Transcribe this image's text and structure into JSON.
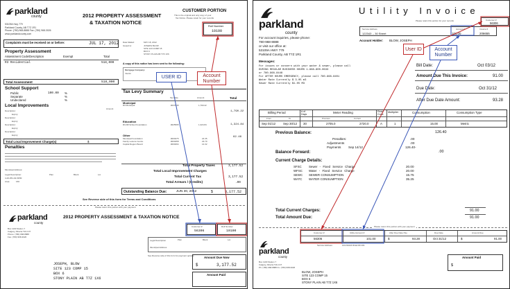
{
  "assessment": {
    "logo": {
      "word": "parkland",
      "sub": "county"
    },
    "title": "2012 PROPERTY ASSESSMENT",
    "title2": "& TAXATION NOTICE",
    "customer_portion": {
      "heading": "CUSTOMER PORTION",
      "note1": "This is the original and only copy of your",
      "note2": "Tax Notice. Please retain for your records"
    },
    "roll_number_label": "Roll Number",
    "roll_number": "10100",
    "address_lines": [
      "53109A Hwy 779",
      "Parkland County, AB T7Z 1R1",
      "Phone: (780) 968-8888 Fax: (780) 968-3026",
      "www.parklandcounty.com"
    ],
    "complaints_label": "Complaints must be received on or before:",
    "complaints_date": "JUL 17, 2012",
    "date_mailed_label": "Date Mailed:",
    "date_mailed": "MAY 18, 2012",
    "issued_to_label": "Issued to:",
    "issued_to_lines": [
      "JOSEPH BLOW",
      "SITE 123 COMP 15",
      "BOX 6",
      "STONY PLAIN AB T7Z 1X6"
    ],
    "copy_note": "A copy of this notice has been sent to the following:",
    "mortgage_label": "Mortgage Company:",
    "mortgage_value": "Interim",
    "property_assessment": "Property Assessment",
    "assess_headers": [
      "Assessment Code/Description",
      "Exempt",
      "Total"
    ],
    "assess_row": {
      "code": "R3 Residential",
      "total": "518,000"
    },
    "total_assessment_label": "Total Assessment",
    "total_assessment": "518,000",
    "school_support": "School Support",
    "school_rows": [
      {
        "label": "Public",
        "pct": "100.00",
        "sym": "%"
      },
      {
        "label": "Separate",
        "pct": "",
        "sym": "%"
      },
      {
        "label": "Undeclared",
        "pct": "",
        "sym": "%"
      }
    ],
    "local_improvements": "Local Improvements",
    "li_rows": [
      "Description:",
      "Expiry:",
      "Description:",
      "Expiry:",
      "Description:",
      "Expiry:",
      "Description:",
      "Expiry:"
    ],
    "li_amount_label": "Amount",
    "li_total_label": "Total Local Improvement Charge(s)",
    "li_total": "$",
    "penalties": "Penalties",
    "municipal_address_label": "Municipal Address:",
    "legal_desc_label": "Legal Description:",
    "legal_cols": [
      "Plan",
      "Block",
      "Lot"
    ],
    "legal_value": "4-26-051-02-W5M",
    "area_label": "Area:",
    "area_value": "160",
    "tax_levy": "Tax Levy Summary",
    "levy_headers": [
      "Tax Rate",
      "Amount",
      "Total"
    ],
    "levy_sections": [
      {
        "name": "Municipal",
        "rows": [
          {
            "label": "R3 Municipal",
            "rate": ".0037845",
            "amount": "1,790.22"
          }
        ],
        "total": "1,790.22"
      },
      {
        "name": "Education",
        "rows": [
          {
            "label": "R3 AB School Foundation",
            "rate": ".0025595",
            "amount": "1,324.84"
          }
        ],
        "total": "1,324.84"
      },
      {
        "name": "Other",
        "rows": [
          {
            "label": "Municipal Foundation",
            "rate": ".0000475",
            "amount": "24.35"
          },
          {
            "label": "Family Leisure Centre",
            "rate": ".0000458",
            "amount": "23.79"
          },
          {
            "label": "Capital Region Board",
            "rate": ".0000294",
            "amount": "14.32"
          }
        ],
        "total": "62.46"
      }
    ],
    "total_property_taxes_label": "Total Property Taxes",
    "total_property_taxes": "3,177.52",
    "total_li_label": "Total Local Improvement Charges",
    "total_current_tax_label": "Total Current Tax",
    "total_current_tax": "3,177.52",
    "total_arrears_label": "Total Arrears / (Credits)",
    "total_arrears": ".00",
    "balance_due_label": "Outstanding Balance Due:",
    "balance_due_date": "JUN 30, 2012",
    "balance_due_amount": "3,177.52",
    "reverse_note": "See Reverse side of this form for Terms and Conditions",
    "remit_note": "Please return this portion with your payment",
    "remit_title": "2012 PROPERTY ASSESSMENT & TAXATION NOTICE",
    "remit_customer_label": "Customer #",
    "remit_customer": "56306",
    "remit_roll_label": "Roll Number",
    "remit_roll": "10100",
    "remit_legal_label": "Legal Description",
    "remit_municipal_label": "Municipal Address",
    "remit_legal_cols": [
      "Plan",
      "Block",
      "Lot"
    ],
    "remit_payment_note": "See Reverse side of this form for payment options",
    "amount_due_now_label": "Amount Due Now",
    "amount_due_now": "3,177.52",
    "amount_paid_label": "Amount Paid",
    "remit_address_lines": [
      "Box 1100 Station 7",
      "Calgary, Alberta T2H 2J7",
      "Phone: (780) 968-8888",
      "Fax: (780) 968-3026"
    ],
    "payer_lines": [
      "JOSEPH, BLOW",
      "SITE 123 COMP 15",
      "BOX 6",
      "STONY PLAIN AB T7Z 1X6"
    ],
    "callouts": {
      "user_id": "USER ID",
      "account_number": "Account Number"
    }
  },
  "utility": {
    "title": "Utility Invoice",
    "logo": {
      "word": "parkland",
      "sub": "county"
    },
    "retain_note": "Please retain this portion for your records",
    "service_address_label": "Service Address",
    "service_address": "122343 -- 30 Street",
    "account_label": "Account #",
    "account_number": "101.00",
    "invoice_label": "Invoice #",
    "invoice_number": "206655",
    "customer_label": "Customer #",
    "customer_number": "56306",
    "account_holder_label": "Account Holder:",
    "account_holder": "BLOW, JOSEPH",
    "inquiries_lines": [
      "For account inquiries, please phone:",
      "780-968-8888",
      "or visit our office at:",
      "53109A HWY 779",
      "Parkland County, AB T7Z 1R1"
    ],
    "messages_label": "Messages:",
    "messages_lines": [
      "For issues or concern with your water & sewer, please call",
      "DURING REGULAR BUSINESS HOURS 1-888-800-0633",
      "or 780-968-8448",
      "For AFTER HOURS EMERGENCY, please call 780-968-8401",
      "Water Rate Currently $ 3.05 m3",
      "Sewer Rate Currently $1.05 M3"
    ],
    "bill_date_label": "Bill Date:",
    "bill_date": "Oct 03/12",
    "amount_due_label": "Amount Due This Invoice:",
    "amount_due": "91.00",
    "due_date_label": "Due Date:",
    "due_date": "Oct 31/12",
    "after_due_label": "After Due Date Amount:",
    "after_due": "93.28",
    "meter_headers": [
      "Billing Period",
      "# of Days",
      "Meter Reading",
      "Read Code",
      "Multiplier",
      "Consumption",
      "Consumption Type"
    ],
    "meter_sub": [
      "From",
      "To",
      "Previous",
      "Current"
    ],
    "meter_row": {
      "from": "Sep 01/12",
      "to": "Sep 30/12",
      "days": "30",
      "previous": "2705.0",
      "current": "2720.0",
      "code": "A",
      "multiplier": "1",
      "consumption": "15.00",
      "type": "Metric"
    },
    "previous_balance_label": "Previous Balance:",
    "previous_balance": "126.40",
    "penalties_label": "Penalties:",
    "penalties": ".00",
    "adjustments_label": "Adjustments",
    "adjustments": ".00",
    "payments_label": "Payments",
    "payments_date": "Sep 14/12",
    "payments": "126.40-",
    "balance_forward_label": "Balance Forward:",
    "balance_forward": ".00",
    "current_charges_label": "Current Charge Details:",
    "charges": [
      {
        "code": "SFSC",
        "desc": "Sewer - Fixed Service Charge",
        "amount": "20.00"
      },
      {
        "code": "WFSC",
        "desc": "Water - Fixed Service Charge",
        "amount": "20.00"
      },
      {
        "code": "SEWC",
        "desc": "SEWER CONSUMPTION",
        "amount": "15.75"
      },
      {
        "code": "WATC",
        "desc": "WATER CONSUMPTION",
        "amount": "35.25"
      }
    ],
    "total_current_label": "Total Current Charges:",
    "total_current": "91.00",
    "total_amount_due_label": "Total Amount Due:",
    "total_amount_due": "91.00",
    "remit_note": "Please return this portion with your payment",
    "remit_headers": [
      "Customer #",
      "Utility Account #",
      "After Due Date Pay",
      "Due Date",
      "Amount Due"
    ],
    "remit_values": [
      "56306",
      "101.00",
      "93.28",
      "Oct 31/12",
      "91.00"
    ],
    "remit_service_label": "Service Address:",
    "remit_service": "104-63224 RGE RD 261",
    "remit_address_lines": [
      "Box 1100 Station 7",
      "Calgary, Alberta T2H 2J7",
      "Ph: (780) 968-8888 Fx: (780) 968-3026"
    ],
    "payer_lines": [
      "BLOW, JOSEPH",
      "SITE 123 COMP 15",
      "BOX 6",
      "STONY PLAIN AB T7Z 1X6"
    ],
    "amount_paid_label": "Amount Paid",
    "amount_paid_symbol": "$",
    "callouts": {
      "user_id": "User ID",
      "account_number": "Account Number"
    }
  },
  "colors": {
    "callout_blue": "#3a57b8",
    "callout_red": "#c0292b",
    "logo": "#1b1b1b"
  }
}
